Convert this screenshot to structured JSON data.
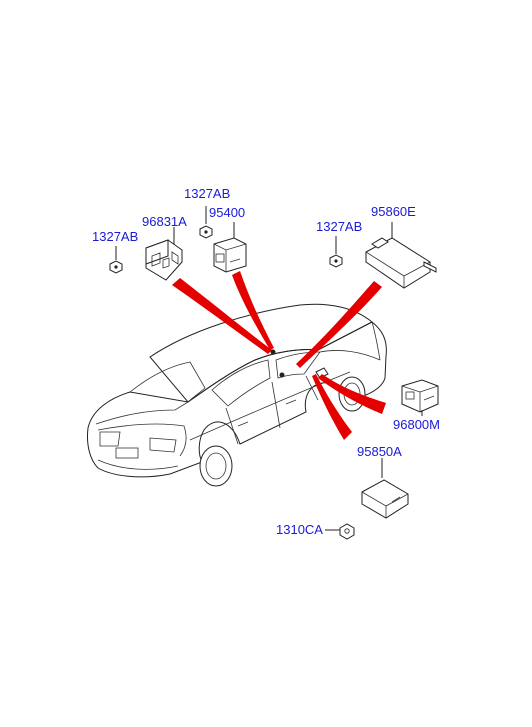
{
  "parts": {
    "p_1327ab_a": "1327AB",
    "p_96831a": "96831A",
    "p_1327ab_b": "1327AB",
    "p_95400": "95400",
    "p_1327ab_c": "1327AB",
    "p_95860e": "95860E",
    "p_96800m": "96800M",
    "p_95850a": "95850A",
    "p_1310ca": "1310CA"
  },
  "colors": {
    "label": "#1a1ad8",
    "leader_band": "#e50000",
    "line": "#222222"
  }
}
